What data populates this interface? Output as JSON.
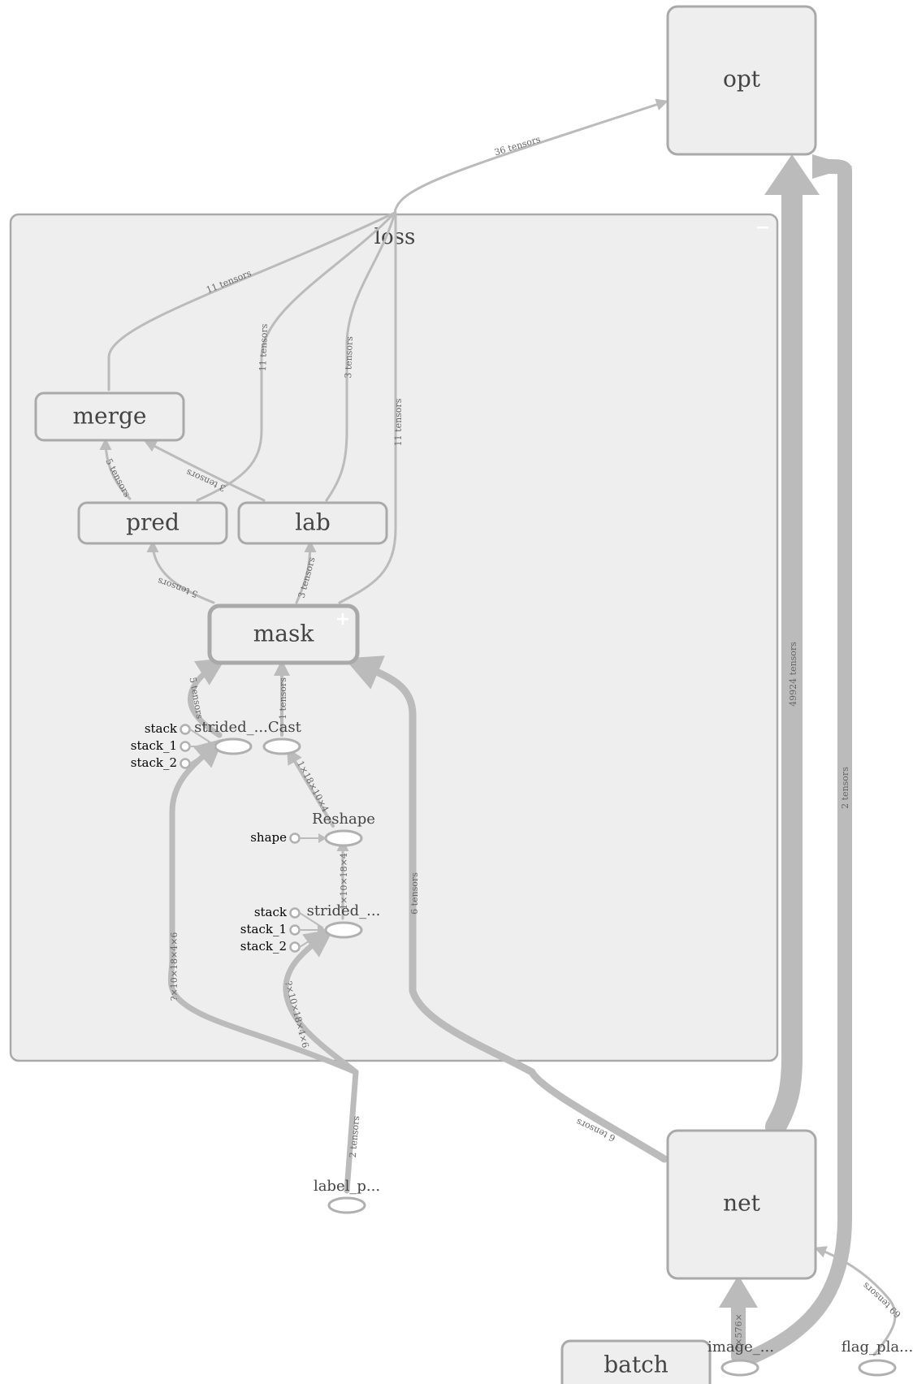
{
  "graph": {
    "nodes": {
      "opt": "opt",
      "loss": "loss",
      "merge": "merge",
      "pred": "pred",
      "lab": "lab",
      "mask": "mask",
      "net": "net",
      "batch": "batch",
      "strided_cast": "strided_...Cast",
      "reshape": "Reshape",
      "strided2": "strided_...",
      "label_p": "label_p...",
      "image": "image_...",
      "flag_pla": "flag_pla..."
    },
    "consts": {
      "stack": "stack",
      "stack_1": "stack_1",
      "stack_2": "stack_2",
      "shape": "shape"
    },
    "edges": {
      "loss_opt": "36 tensors",
      "merge_loss": "11 tensors",
      "pred_loss": "11 tensors",
      "lab_loss": "3 tensors",
      "mask_loss": "11 tensors",
      "pred_merge": "5 tensors",
      "lab_merge": "3 tensors",
      "mask_pred": "5 tensors",
      "mask_lab": "3 tensors",
      "strided_mask": "5 tensors",
      "cast_mask": "1 tensors",
      "reshape_cast": "1×18×10×4",
      "strided2_reshape": "1×10×18×4",
      "input_strided": "?×10×18×4×6",
      "input_strided2": "?×10×18×4×6",
      "label_input": "2 tensors",
      "net_mask": "6 tensors",
      "net_mask2": "6 tensors",
      "net_opt": "49924 tensors",
      "image_opt": "2 tensors",
      "flag_net": "69 tensors",
      "image_net": "?×576×"
    },
    "toggles": {
      "collapse": "−",
      "expand": "+"
    }
  }
}
